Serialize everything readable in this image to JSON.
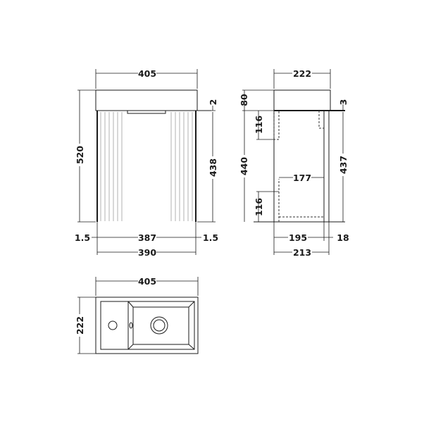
{
  "drawing": {
    "front_view": {
      "overall_width": "405",
      "overall_height": "520",
      "top_gap": "2",
      "door_height": "438",
      "left_gap": "1.5",
      "door_width": "387",
      "right_gap": "1.5",
      "carcass_width": "390"
    },
    "side_view": {
      "overall_depth": "222",
      "basin_height": "80",
      "top_gap": "3",
      "upper_cutout_height": "116",
      "carcass_height": "440",
      "door_height": "437",
      "inner_shelf_depth": "177",
      "lower_cutout_height": "116",
      "inner_depth": "195",
      "door_thickness": "18",
      "carcass_depth": "213"
    },
    "top_view": {
      "overall_width": "405",
      "overall_depth": "222"
    }
  }
}
